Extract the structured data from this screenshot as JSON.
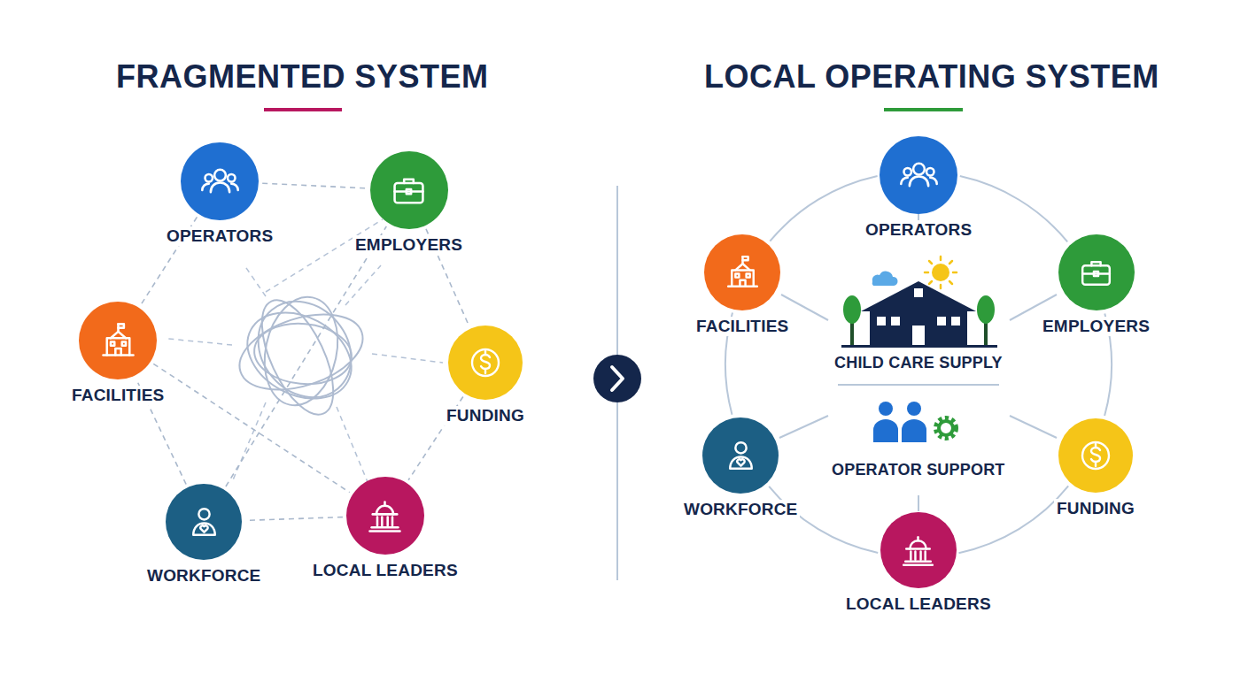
{
  "diagram": {
    "nodes": [
      {
        "text": [
          "OPERATORS"
        ]
      },
      {
        "text": [
          "EMPLOYERS"
        ]
      },
      {
        "text": [
          "FACILITIES"
        ]
      },
      {
        "text": [
          "FUNDING"
        ]
      },
      {
        "text": [
          "WORKFORCE"
        ]
      },
      {
        "text": [
          "LOCAL LEADERS"
        ]
      },
      {
        "text": [
          "OPERATORS"
        ]
      },
      {
        "text": [
          "FACILITIES"
        ]
      },
      {
        "text": [
          "EMPLOYERS"
        ]
      },
      {
        "text": [
          "WORKFORCE"
        ]
      },
      {
        "text": [
          "FUNDING"
        ]
      },
      {
        "text": [
          "LOCAL LEADERS"
        ]
      }
    ],
    "edges": [
      {
        "from": 0,
        "to": 1,
        "arrow": "none"
      },
      {
        "from": 0,
        "to": 2,
        "arrow": "none"
      },
      {
        "from": 1,
        "to": 3,
        "arrow": "none"
      },
      {
        "from": 3,
        "to": 5,
        "arrow": "none"
      },
      {
        "from": 5,
        "to": 4,
        "arrow": "none"
      },
      {
        "from": 4,
        "to": 2,
        "arrow": "none"
      },
      {
        "from": 2,
        "to": 5,
        "arrow": "none"
      },
      {
        "from": 4,
        "to": 1,
        "arrow": "none"
      },
      {
        "from": 6,
        "to": 8,
        "arrow": "none"
      },
      {
        "from": 8,
        "to": 10,
        "arrow": "none"
      },
      {
        "from": 10,
        "to": 11,
        "arrow": "none"
      },
      {
        "from": 11,
        "to": 9,
        "arrow": "none"
      },
      {
        "from": 9,
        "to": 7,
        "arrow": "none"
      },
      {
        "from": 7,
        "to": 6,
        "arrow": "none"
      }
    ],
    "labels": [
      "FRAGMENTED SYSTEM",
      "LOCAL OPERATING SYSTEM",
      "CHILD CARE SUPPLY",
      "OPERATOR SUPPORT"
    ]
  }
}
